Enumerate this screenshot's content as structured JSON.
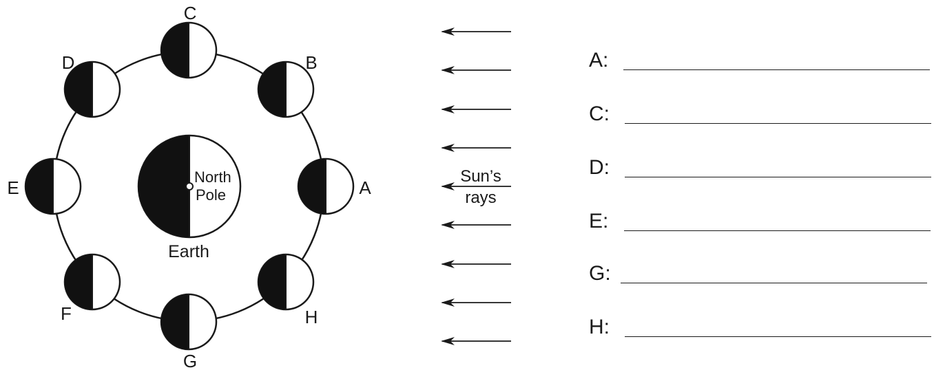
{
  "orbit": {
    "positions": [
      {
        "label": "A",
        "name": "moon-a"
      },
      {
        "label": "B",
        "name": "moon-b"
      },
      {
        "label": "C",
        "name": "moon-c"
      },
      {
        "label": "D",
        "name": "moon-d"
      },
      {
        "label": "E",
        "name": "moon-e"
      },
      {
        "label": "F",
        "name": "moon-f"
      },
      {
        "label": "G",
        "name": "moon-g"
      },
      {
        "label": "H",
        "name": "moon-h"
      }
    ]
  },
  "earth": {
    "label": "Earth",
    "pole_line1": "North",
    "pole_line2": "Pole"
  },
  "sun": {
    "label_line1": "Sun’s",
    "label_line2": "rays",
    "arrow_count": 9
  },
  "answers": [
    {
      "label": "A:"
    },
    {
      "label": "C:"
    },
    {
      "label": "D:"
    },
    {
      "label": "E:"
    },
    {
      "label": "G:"
    },
    {
      "label": "H:"
    }
  ]
}
